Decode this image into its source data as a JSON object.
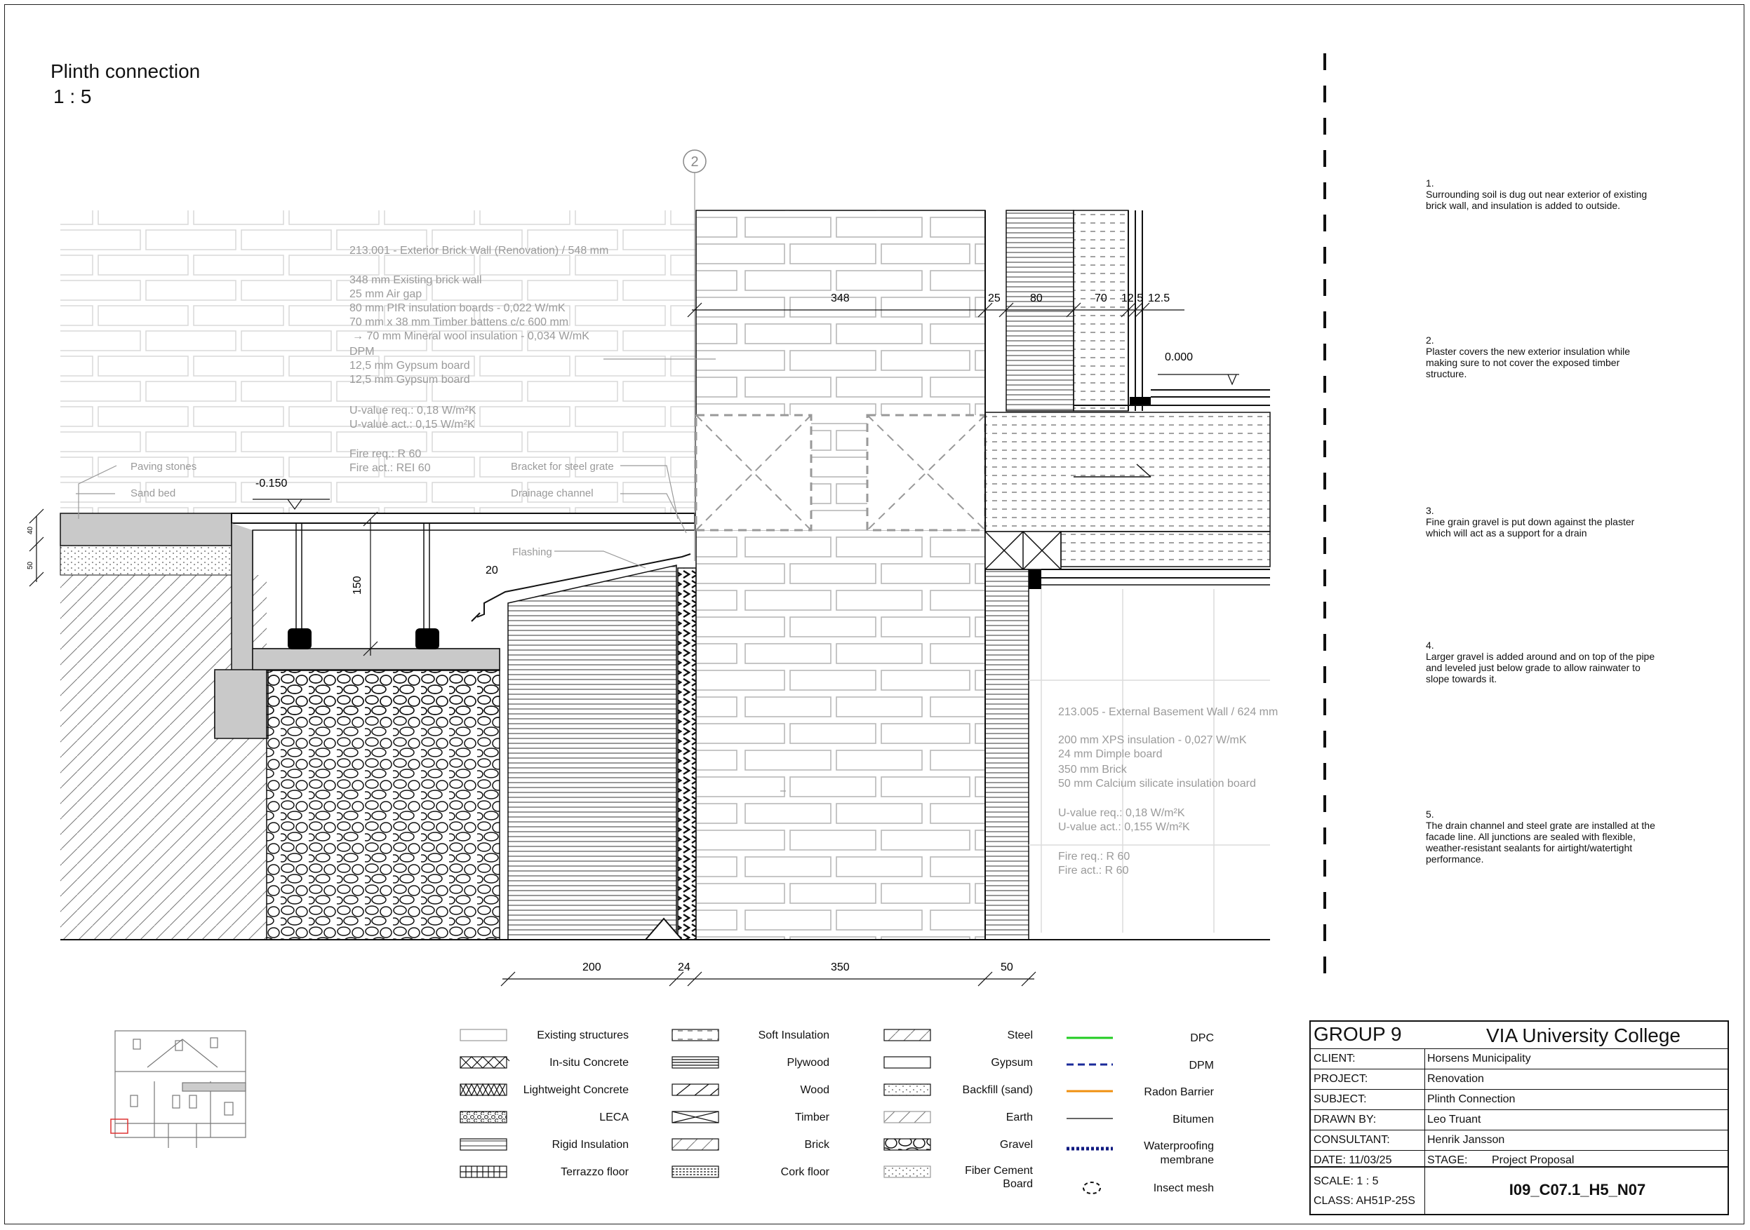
{
  "title": {
    "name": "Plinth connection",
    "scale": "1 : 5"
  },
  "grid_marker": "2",
  "labels": {
    "wall_spec_1": [
      "213.001 - Exterior Brick Wall (Renovation) / 548 mm",
      "348 mm Existing brick wall",
      "25 mm Air gap",
      "80 mm PIR insulation boards - 0,022 W/mK",
      "70 mm x 38 mm Timber battens c/c 600 mm",
      "→ 70 mm Mineral wool insulation - 0,034 W/mK",
      "DPM",
      "12,5 mm Gypsum board",
      "12,5 mm Gypsum board",
      "U-value req.: 0,18 W/m²K",
      "U-value act.: 0,15 W/m²K",
      "Fire req.: R 60",
      "Fire act.: REI 60"
    ],
    "wall_spec_2": [
      "213.005 - External Basement Wall / 624 mm",
      "200 mm XPS insulation - 0,027 W/mK",
      "24 mm Dimple board",
      "350 mm Brick",
      "50 mm Calcium silicate insulation board",
      "U-value req.: 0,18 W/m²K",
      "U-value act.: 0,155 W/m²K",
      "Fire req.: R 60",
      "Fire act.: R 60"
    ],
    "paving_stones": "Paving stones",
    "sand_bed": "Sand bed",
    "bracket": "Bracket for steel grate",
    "drainage": "Drainage channel",
    "flashing": "Flashing",
    "level_ext": "-0.150",
    "level_int": "0.000"
  },
  "dimensions": {
    "top": [
      "348",
      "25",
      "80",
      "70",
      "12.5",
      "12.5"
    ],
    "bottom": [
      "200",
      "24",
      "350",
      "50"
    ],
    "drain_depth": "150",
    "flashing": "20",
    "side_a": "40",
    "side_b": "50"
  },
  "notes": [
    {
      "num": "1.",
      "text": "Surrounding soil is dug out near exterior of existing brick wall, and insulation is added to outside."
    },
    {
      "num": "2.",
      "text": "Plaster covers the new exterior insulation while making sure to not cover the exposed timber structure."
    },
    {
      "num": "3.",
      "text": "Fine grain gravel is put down against the plaster which will act as a support for a drain"
    },
    {
      "num": "4.",
      "text": "Larger gravel is added around and on top of the pipe and leveled just below grade to allow rainwater to slope towards it."
    },
    {
      "num": "5.",
      "text": "The drain channel and steel grate are installed at the facade line. All junctions are sealed with flexible, weather-resistant sealants for airtight/watertight performance."
    }
  ],
  "legend": {
    "col1": [
      "Existing structures",
      "In-situ Concrete",
      "Lightweight Concrete",
      "LECA",
      "Rigid Insulation",
      "Terrazzo floor"
    ],
    "col2": [
      "Soft Insulation",
      "Plywood",
      "Wood",
      "Timber",
      "Brick",
      "Cork floor"
    ],
    "col3": [
      "Steel",
      "Gypsum",
      "Backfill (sand)",
      "Earth",
      "Gravel",
      "Fiber Cement",
      "Board"
    ],
    "col4": [
      "DPC",
      "DPM",
      "Radon Barrier",
      "Bitumen",
      "Waterproofing",
      "membrane",
      "Insect mesh"
    ],
    "line_colors": {
      "dpc": "#22cc22",
      "dpm": "#1a2a9a",
      "radon": "#f09010",
      "bitumen": "#333333",
      "waterproofing": "#101a80"
    }
  },
  "titleblock": {
    "group": "GROUP 9",
    "college": "VIA University College",
    "client_label": "CLIENT:",
    "client": "Horsens Municipality",
    "project_label": "PROJECT:",
    "project": "Renovation",
    "subject_label": "SUBJECT:",
    "subject": "Plinth Connection",
    "drawn_label": "DRAWN BY:",
    "drawn": "Leo Truant",
    "consultant_label": "CONSULTANT:",
    "consultant": "Henrik Jansson",
    "date": "DATE: 11/03/25",
    "stage_label": "STAGE:",
    "stage": "Project Proposal",
    "scale": "SCALE: 1 : 5",
    "class": "CLASS: AH51P-25S",
    "drawing_no": "I09_C07.1_H5_N07"
  }
}
